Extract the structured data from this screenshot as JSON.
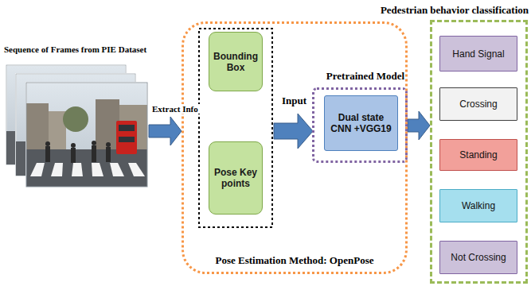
{
  "diagram": {
    "nodes": [
      {
        "text": [
          "Sequence of Frames from PIE Dataset"
        ]
      },
      {
        "text": [
          "Pose Estimation Method: OpenPose"
        ]
      },
      {
        "text": [
          "Bounding Box"
        ],
        "in": 1
      },
      {
        "text": [
          "Pose Key points"
        ],
        "in": 1
      },
      {
        "text": [
          "Pretrained Model"
        ],
        "in": 1
      },
      {
        "text": [
          "Dual state CNN +VGG19"
        ],
        "in": 4
      },
      {
        "text": [
          "Pedestrian behavior classification"
        ]
      },
      {
        "text": [
          "Hand Signal"
        ],
        "in": 6
      },
      {
        "text": [
          "Crossing"
        ],
        "in": 6
      },
      {
        "text": [
          "Standing"
        ],
        "in": 6
      },
      {
        "text": [
          "Walking"
        ],
        "in": 6
      },
      {
        "text": [
          "Not Crossing"
        ],
        "in": 6
      }
    ],
    "edges": [
      {
        "from": 0,
        "to": 1,
        "arrow": "to",
        "label": "Extract Info"
      },
      {
        "from": 4,
        "to": 6,
        "arrow": "to"
      }
    ],
    "labels": [
      "Input"
    ]
  }
}
